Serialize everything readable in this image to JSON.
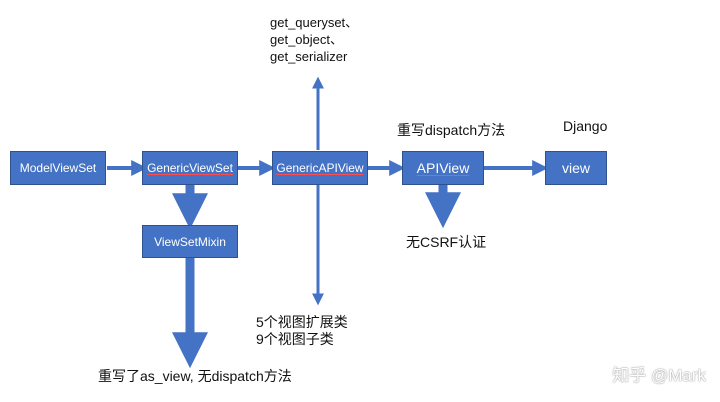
{
  "colors": {
    "box_fill": "#4472c4",
    "arrow": "#4472c4",
    "text": "#111111"
  },
  "nodes": {
    "model_viewset": "ModelViewSet",
    "generic_viewset": "GenericViewSet",
    "generic_api_view": "GenericAPIView",
    "api_view": "APIView",
    "view": "view",
    "viewset_mixin": "ViewSetMixin"
  },
  "annotations": {
    "top_methods": [
      "get_queryset、",
      "get_object、",
      "get_serializer"
    ],
    "rewrite_dispatch": "重写dispatch方法",
    "django": "Django",
    "no_csrf": "无CSRF认证",
    "view_classes": [
      "5个视图扩展类",
      "9个视图子类"
    ],
    "rewrite_as_view": "重写了as_view, 无dispatch方法"
  },
  "watermark": "知乎 @Mark"
}
